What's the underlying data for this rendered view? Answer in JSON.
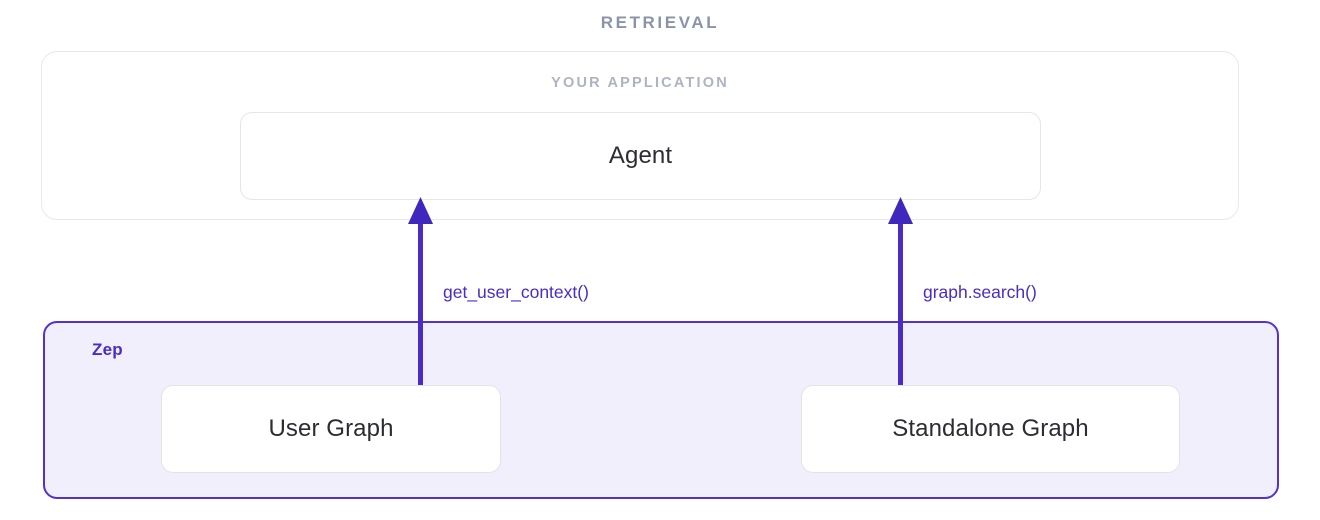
{
  "diagram": {
    "section_title": "RETRIEVAL",
    "application": {
      "label": "YOUR APPLICATION",
      "agent": {
        "label": "Agent"
      }
    },
    "zep": {
      "label": "Zep",
      "nodes": [
        {
          "label": "User Graph"
        },
        {
          "label": "Standalone Graph"
        }
      ]
    },
    "edges": [
      {
        "label": "get_user_context()",
        "from": "User Graph",
        "to": "Agent"
      },
      {
        "label": "graph.search()",
        "from": "Standalone Graph",
        "to": "Agent"
      }
    ],
    "colors": {
      "accent_purple": "#5230d1",
      "arrow_purple": "#4a2cc4",
      "zep_fill": "#f1effc",
      "muted_heading": "#8b93a7",
      "muted_subheading": "#adb3c0",
      "box_border": "#e6e6e7",
      "text_dark": "#2c2c34"
    }
  }
}
